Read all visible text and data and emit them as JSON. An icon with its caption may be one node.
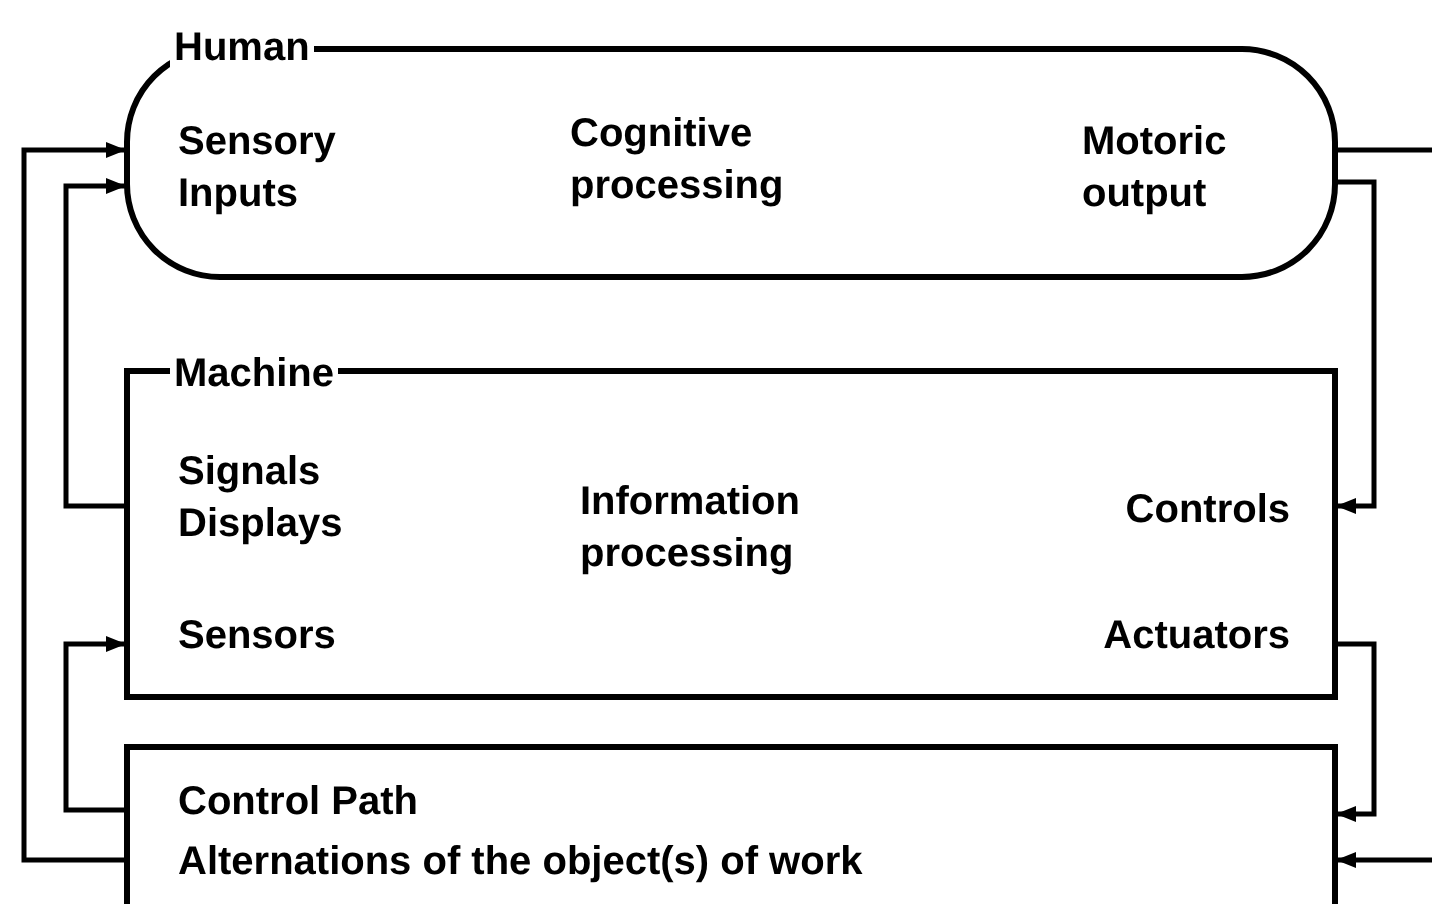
{
  "diagram": {
    "nodes": [
      {
        "text": [
          "Human",
          "Sensory Inputs",
          "Cognitive processing",
          "Motoric output"
        ]
      },
      {
        "text": [
          "Machine",
          "Signals Displays",
          "Information processing",
          "Controls",
          "Sensors",
          "Actuators"
        ]
      },
      {
        "text": [
          "Control Path",
          "Alternations of the object(s) of work"
        ]
      }
    ],
    "edges": [
      {
        "from": 0,
        "to": null,
        "arrow": "none"
      },
      {
        "from": 0,
        "to": 1,
        "arrow": "to"
      },
      {
        "from": 1,
        "to": 2,
        "arrow": "to"
      },
      {
        "from": 2,
        "to": 1,
        "arrow": "to"
      },
      {
        "from": 1,
        "to": 0,
        "arrow": "to"
      },
      {
        "from": 2,
        "to": 0,
        "arrow": "to"
      },
      {
        "from": null,
        "to": 2,
        "arrow": "to"
      }
    ]
  }
}
